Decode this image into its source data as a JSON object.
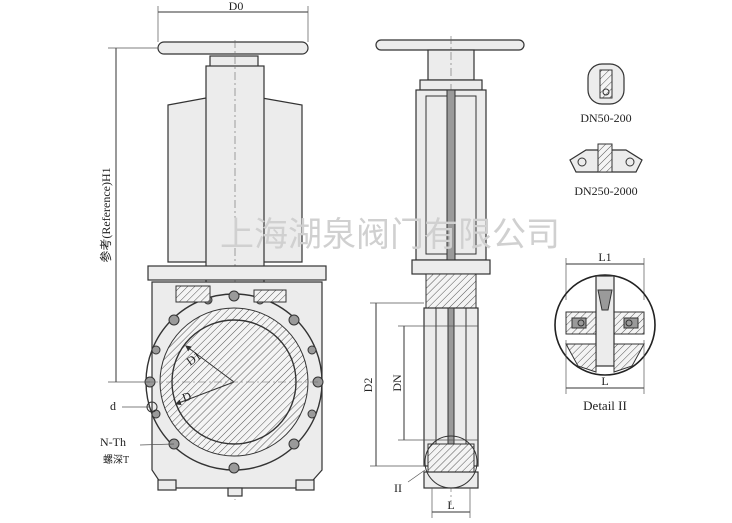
{
  "labels": {
    "d0": "D0",
    "h1": "参考(Reference)H1",
    "d1": "D1",
    "d": "D",
    "small_d": "d",
    "n_th": "N-Th",
    "thread_depth": "螺深T",
    "d2": "D2",
    "dn": "DN",
    "ii": "II",
    "l_bottom": "L",
    "dn_small": "DN50-200",
    "dn_large": "DN250-2000",
    "l1": "L1",
    "l_detail": "L",
    "detail_title": "Detail II"
  },
  "watermark": "上海湖泉阀门有限公司",
  "colors": {
    "line": "#333333",
    "body_fill": "#ececec",
    "watermark": "#d0d0d0"
  }
}
